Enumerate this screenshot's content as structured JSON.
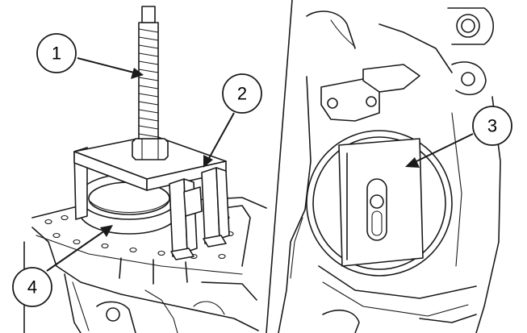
{
  "callouts": [
    {
      "id": "1",
      "label": "1"
    },
    {
      "id": "2",
      "label": "2"
    },
    {
      "id": "3",
      "label": "3"
    },
    {
      "id": "4",
      "label": "4"
    }
  ],
  "colors": {
    "ink": "#1a1a1a",
    "background": "#ffffff"
  }
}
